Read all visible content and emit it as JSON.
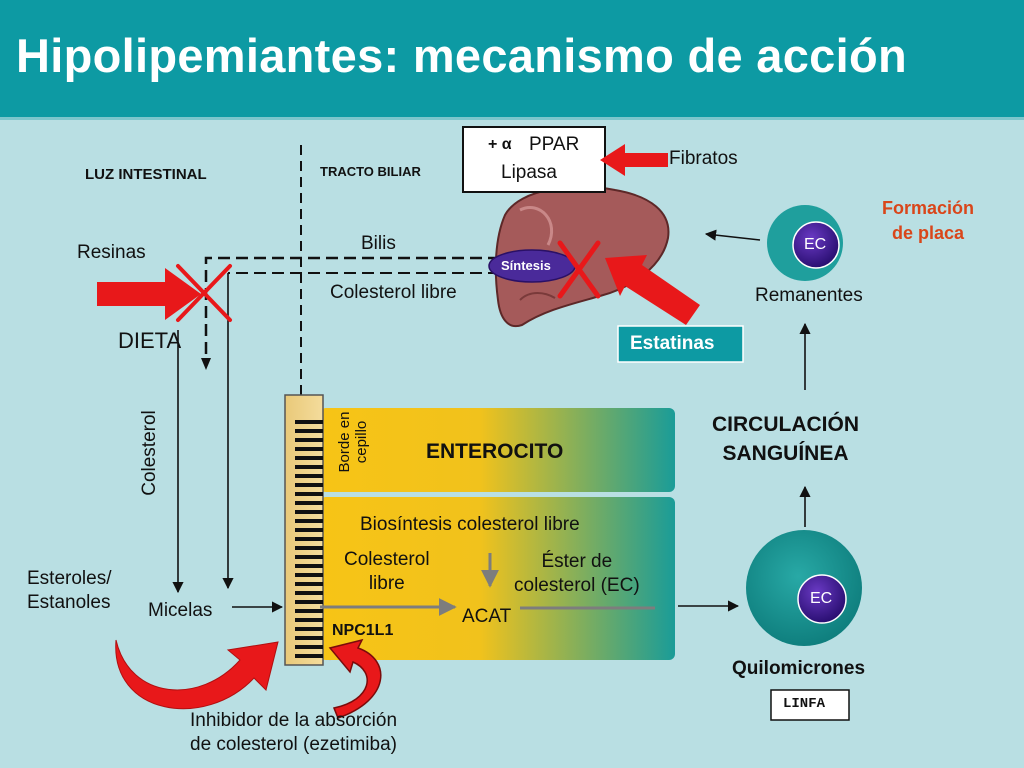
{
  "title": "Hipolipemiantes: mecanismo de acción",
  "colors": {
    "header": "#0d9aa3",
    "background": "#b9dfe3",
    "arrow_red": "#e8181a",
    "estatinas_box": "#0d9aa3",
    "ec_circle": "#3a1a8c",
    "sintesis_oval": "#4a2a9a",
    "liver": "#a55a5a",
    "enterocyte_gradient": [
      "#f7c416",
      "#1a9c98"
    ],
    "formacion": "#d9461a"
  },
  "labels": {
    "luz_intestinal": "LUZ INTESTINAL",
    "tracto_biliar": "TRACTO BILIAR",
    "ppar_plus": "+ α",
    "ppar": "PPAR",
    "lipasa": "Lipasa",
    "fibratos": "Fibratos",
    "formacion": "Formación\nde placa",
    "ec_top": "EC",
    "remanentes": "Remanentes",
    "resinas": "Resinas",
    "bilis": "Bilis",
    "sintesis": "Síntesis",
    "colesterol_libre_bilis": "Colesterol libre",
    "estatinas": "Estatinas",
    "dieta": "DIETA",
    "colesterol_vertical": "Colesterol",
    "borde": "Borde en\ncepillo",
    "enterocito": "ENTEROCITO",
    "circulacion": "CIRCULACIÓN\nSANGUÍNEA",
    "biosintesis": "Biosíntesis colesterol libre",
    "colesterol_libre_ent": "Colesterol\nlibre",
    "ester": "Éster de\ncolesterol (EC)",
    "acat": "ACAT",
    "esteroles": "Esteroles/\nEstanoles",
    "micelas": "Micelas",
    "npc1l1": "NPC1L1",
    "ec_bottom": "EC",
    "quilomicrones": "Quilomicrones",
    "linfa": "LINFA",
    "inhibidor": "Inhibidor de la absorción\nde colesterol (ezetimiba)"
  }
}
